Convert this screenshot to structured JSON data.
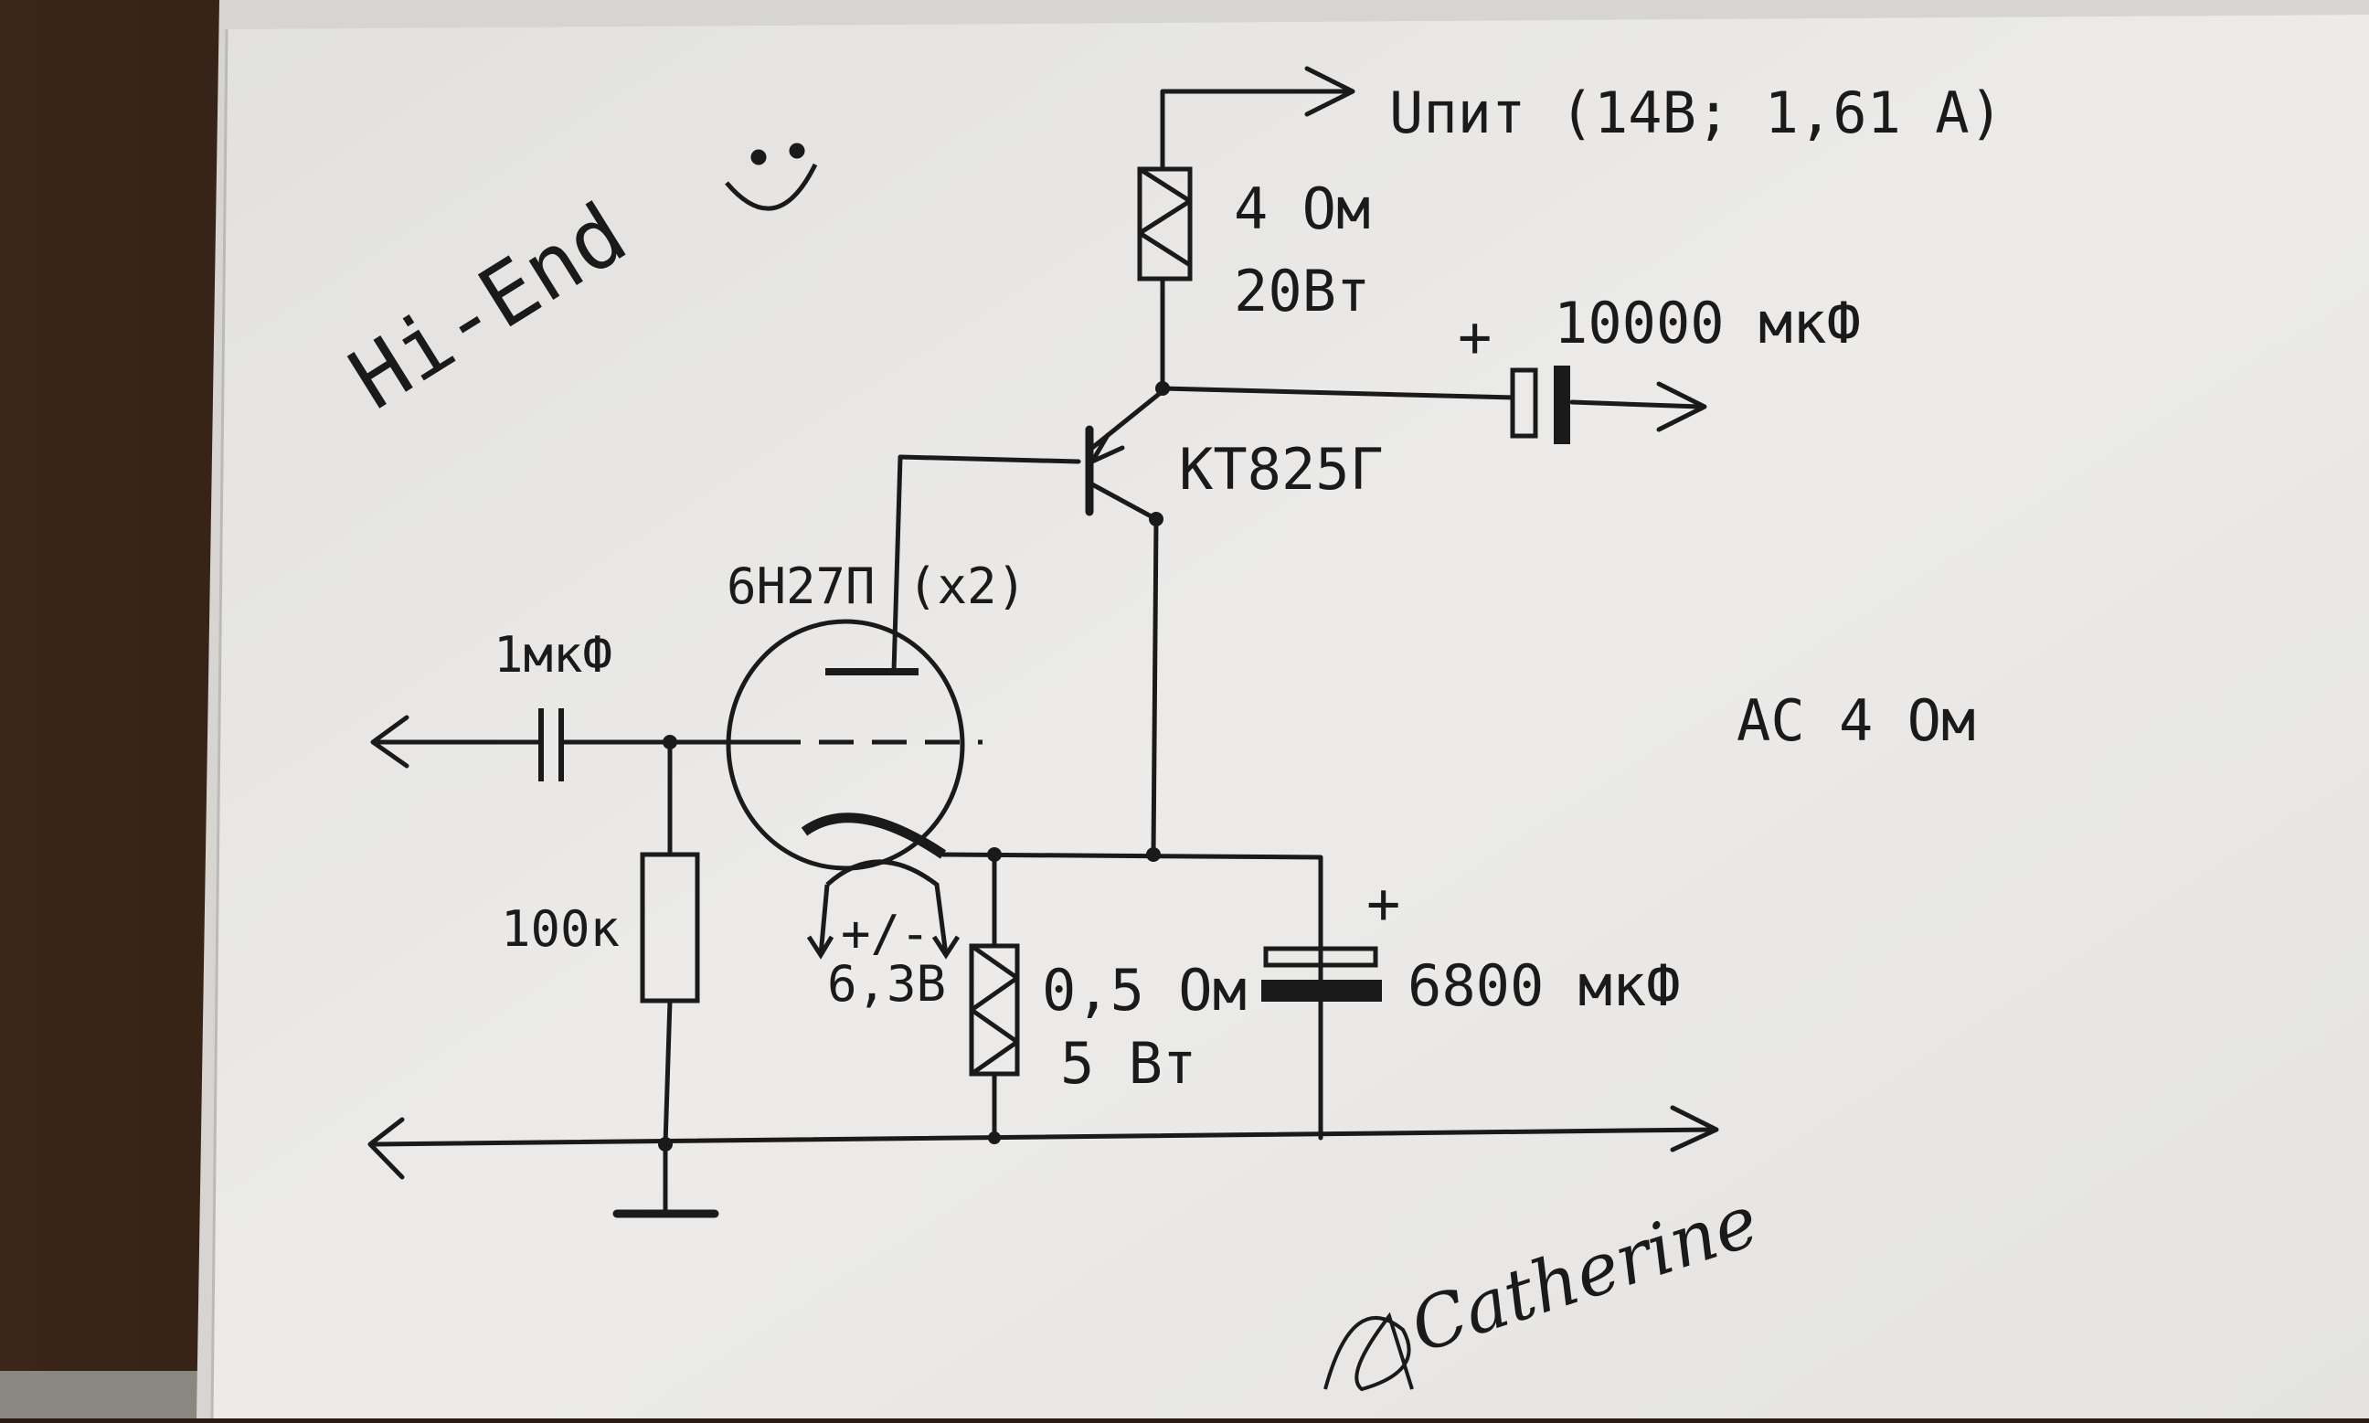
{
  "labels": {
    "supply": "Uпит (14В; 1,61 А)",
    "r_top_value": "4 Ом",
    "r_top_power": "20Вт",
    "c_out_value": "10000 мкФ",
    "c_out_plus": "+",
    "transistor": "КТ825Г",
    "tube": "6Н27П",
    "tube_note": "(x2)",
    "c_in": "1мкФ",
    "r_grid": "100к",
    "heater": "+/-",
    "heater_voltage": "6,3В",
    "r_cathode_value": "0,5 Ом",
    "r_cathode_power": "5 Вт",
    "c_cathode_plus": "+",
    "c_cathode_value": "6800 мкФ",
    "speaker": "АС 4 Ом",
    "hi_end": "Hi-End",
    "smiley": ":)",
    "signature": "Catherine"
  },
  "colors": {
    "paper": "#e9e8e6",
    "paper_edge": "#d9d8d5",
    "background": "#2a1c14",
    "ink": "#1a1a1a"
  }
}
